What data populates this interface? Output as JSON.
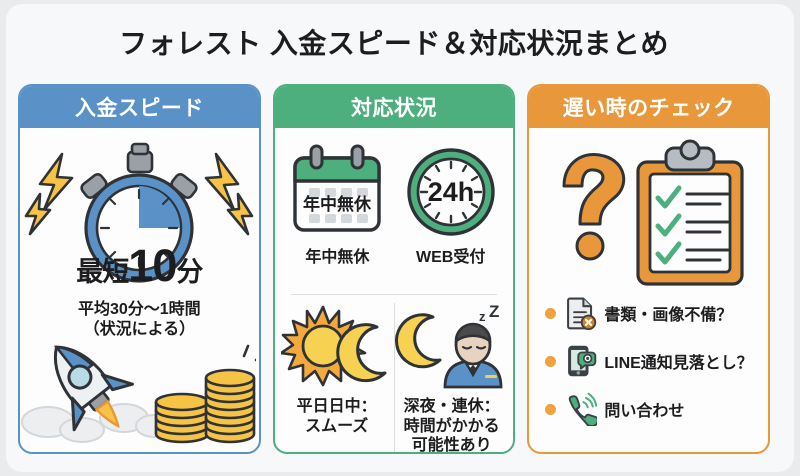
{
  "header": {
    "title": "フォレスト 入金スピード＆対応状況まとめ"
  },
  "colors": {
    "blue": "#5a92c8",
    "green": "#4caf7d",
    "orange": "#e8973a",
    "yellow": "#f6c344",
    "background": "#e9ebed",
    "sheet": "#f7f8f9",
    "text": "#1d1d1f"
  },
  "panels": [
    {
      "id": "deposit-speed",
      "header": "入金スピード",
      "accent": "#5a92c8",
      "stopwatch": {
        "prefix": "最短",
        "number": "10",
        "suffix": "分",
        "icon": "stopwatch-icon"
      },
      "average_line1": "平均30分〜1時間",
      "average_line2": "（状況による）",
      "icons": [
        "rocket-icon",
        "coin-stack-icon",
        "lightning-icon"
      ]
    },
    {
      "id": "support-status",
      "header": "対応状況",
      "accent": "#4caf7d",
      "top_cells": [
        {
          "icon": "calendar-icon",
          "badge": "年中無休",
          "caption": "年中無休"
        },
        {
          "icon": "clock-24h-icon",
          "badge": "24h",
          "caption": "WEB受付"
        }
      ],
      "bottom_cells": [
        {
          "icon": "sun-moon-icon",
          "caption_line1": "平日日中：",
          "caption_line2": "スムーズ",
          "caption_line3": ""
        },
        {
          "icon": "night-staff-icon",
          "caption_line1": "深夜・連休：",
          "caption_line2": "時間がかかる",
          "caption_line3": "可能性あり"
        }
      ]
    },
    {
      "id": "slow-check",
      "header": "遅い時のチェック",
      "accent": "#e8973a",
      "hero_icons": [
        "question-mark-icon",
        "clipboard-checklist-icon"
      ],
      "checks": [
        {
          "icon": "document-error-icon",
          "label": "書類・画像不備？"
        },
        {
          "icon": "line-notification-icon",
          "label": "LINE通知見落とし？"
        },
        {
          "icon": "phone-call-icon",
          "label": "問い合わせ"
        }
      ]
    }
  ]
}
